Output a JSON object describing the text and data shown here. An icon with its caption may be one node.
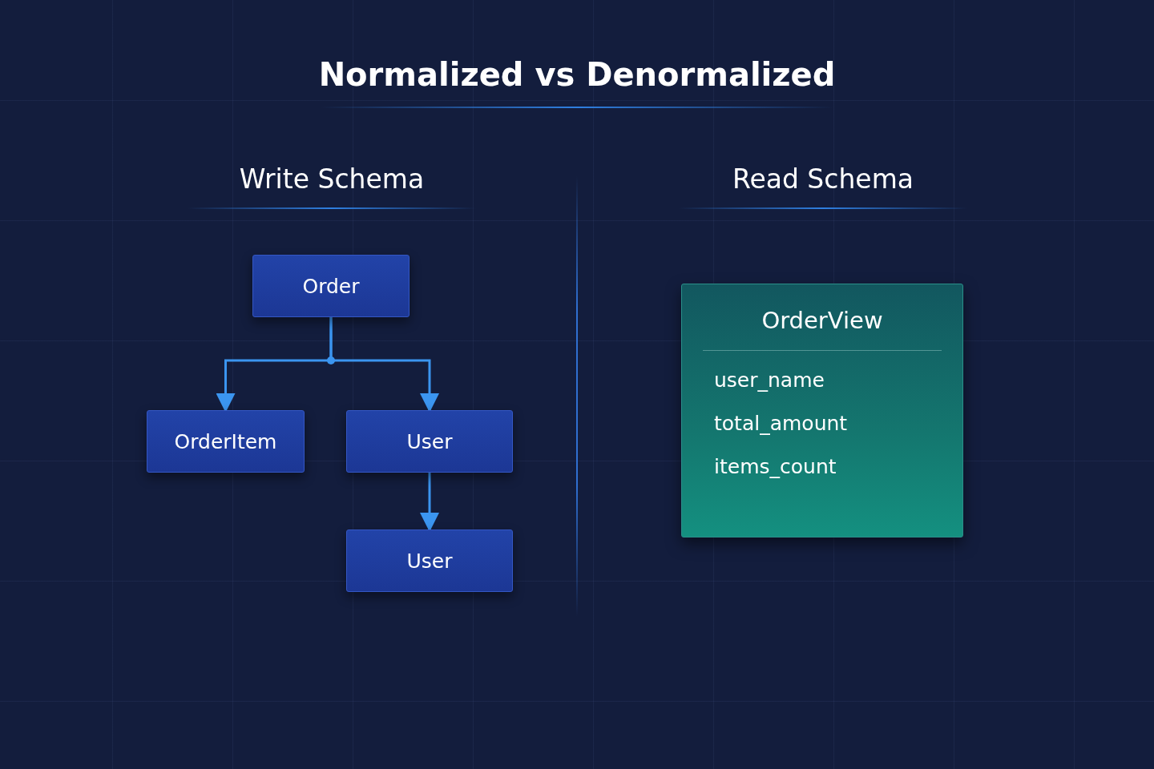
{
  "diagram": {
    "title": "Normalized vs Denormalized",
    "nodes": [
      {
        "text": [
          "Order"
        ]
      },
      {
        "text": [
          "OrderItem"
        ]
      },
      {
        "text": [
          "User"
        ]
      },
      {
        "text": [
          "User"
        ]
      },
      {
        "text": [
          "OrderView",
          "user_name",
          "total_amount",
          "items_count"
        ]
      }
    ],
    "edges": [
      {
        "from": 0,
        "to": 1,
        "arrow": "to"
      },
      {
        "from": 0,
        "to": 2,
        "arrow": "to"
      },
      {
        "from": 2,
        "to": 3,
        "arrow": "to"
      }
    ],
    "labels": [
      "Write Schema",
      "Read Schema"
    ]
  }
}
